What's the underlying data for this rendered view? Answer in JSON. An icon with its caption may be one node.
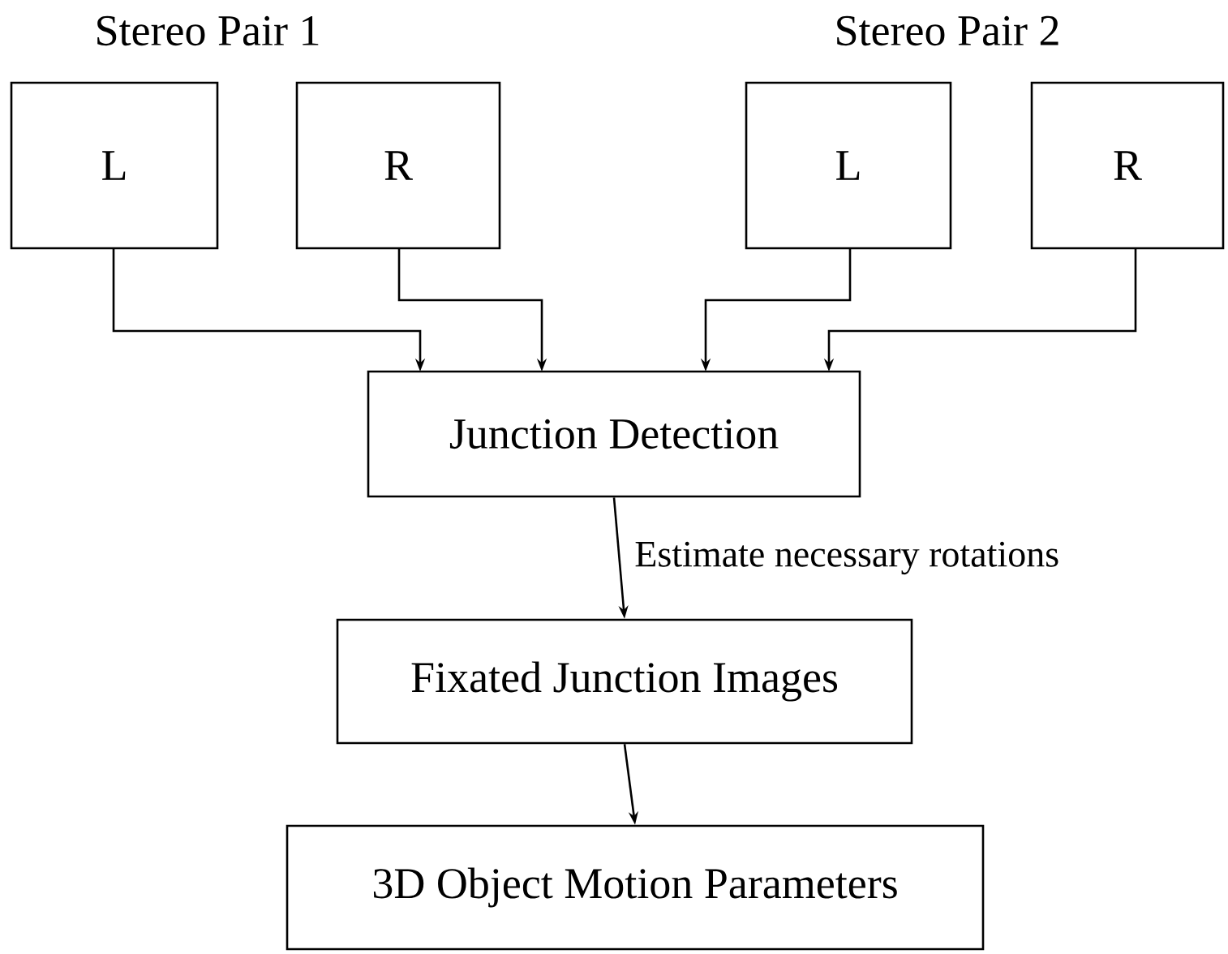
{
  "diagram": {
    "nodes": [
      {
        "text": [
          "L"
        ]
      },
      {
        "text": [
          "R"
        ]
      },
      {
        "text": [
          "L"
        ]
      },
      {
        "text": [
          "R"
        ]
      },
      {
        "text": [
          "Junction Detection"
        ]
      },
      {
        "text": [
          "Fixated Junction Images"
        ]
      },
      {
        "text": [
          "3D Object Motion Parameters"
        ]
      }
    ],
    "edges": [
      {
        "from": 0,
        "to": 4,
        "arrow": "to"
      },
      {
        "from": 1,
        "to": 4,
        "arrow": "to"
      },
      {
        "from": 2,
        "to": 4,
        "arrow": "to"
      },
      {
        "from": 3,
        "to": 4,
        "arrow": "to"
      },
      {
        "from": 4,
        "to": 5,
        "arrow": "to",
        "label": "Estimate necessary rotations"
      },
      {
        "from": 5,
        "to": 6,
        "arrow": "to"
      }
    ],
    "labels": [
      "Stereo Pair 1",
      "Stereo Pair 2"
    ]
  }
}
